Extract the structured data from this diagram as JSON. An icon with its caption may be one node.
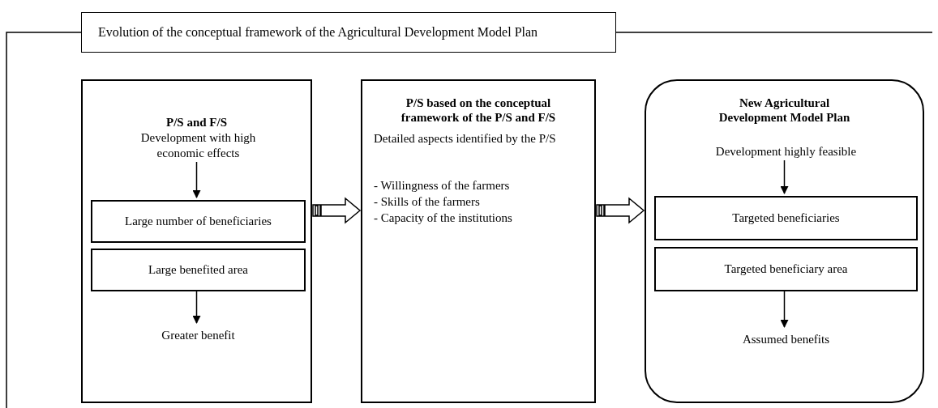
{
  "diagram": {
    "nodes": [
      {
        "text": [
          "Evolution of the conceptual framework of the Agricultural Development Model Plan"
        ]
      },
      {
        "text": [
          "P/S and F/S"
        ]
      },
      {
        "text": [
          "Development with high economic effects"
        ],
        "in": 1
      },
      {
        "text": [
          "Large number of beneficiaries"
        ],
        "in": 1
      },
      {
        "text": [
          "Large benefited area"
        ],
        "in": 1
      },
      {
        "text": [
          "Greater benefit"
        ],
        "in": 1
      },
      {
        "text": [
          "P/S based on the conceptual framework of the P/S and F/S",
          "Detailed aspects identified by the P/S",
          "- Willingness of the farmers",
          "- Skills of the farmers",
          "- Capacity of the institutions"
        ]
      },
      {
        "text": [
          "New Agricultural Development Model Plan"
        ]
      },
      {
        "text": [
          "Development highly feasible"
        ],
        "in": 7
      },
      {
        "text": [
          "Targeted beneficiaries"
        ],
        "in": 7
      },
      {
        "text": [
          "Targeted beneficiary area"
        ],
        "in": 7
      },
      {
        "text": [
          "Assumed benefits"
        ],
        "in": 7
      }
    ],
    "edges": [
      {
        "from": 2,
        "to": 3,
        "arrow": "to"
      },
      {
        "from": 4,
        "to": 5,
        "arrow": "to"
      },
      {
        "from": 1,
        "to": 6,
        "arrow": "to",
        "style": "thick"
      },
      {
        "from": 6,
        "to": 7,
        "arrow": "to",
        "style": "thick"
      },
      {
        "from": 8,
        "to": 9,
        "arrow": "to"
      },
      {
        "from": 10,
        "to": 11,
        "arrow": "to"
      }
    ]
  }
}
